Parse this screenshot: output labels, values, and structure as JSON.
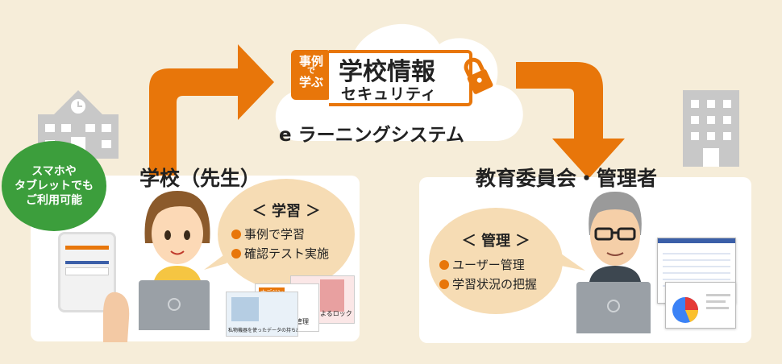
{
  "cloud": {
    "badge_line1": "事例",
    "badge_line2": "で",
    "badge_line3": "学ぶ",
    "logo_title": "学校情報",
    "logo_subtitle": "セキュリティ",
    "system_name": "e ラーニングシステム"
  },
  "school": {
    "title": "学校（先生）",
    "bubble_heading": "＜ 学習 ＞",
    "items": [
      "事例で学習",
      "確認テスト実施"
    ],
    "device_note": [
      "スマホや",
      "タブレットでも",
      "ご利用可能"
    ]
  },
  "board": {
    "title": "教育委員会・管理者",
    "bubble_heading": "＜ 管理 ＞",
    "items": [
      "ユーザー管理",
      "学習状況の把握"
    ]
  },
  "thumbs": {
    "card1": "私物機器を使ったデータの持ち出し",
    "card2": "ードの管理",
    "card3": "よるロック",
    "tag": "ナデジン"
  },
  "colors": {
    "background": "#f6edd9",
    "accent_orange": "#e8760a",
    "bubble": "#f6dcb4",
    "green": "#3c9e3c",
    "building_gray": "#c8c8c8"
  },
  "icons": [
    "school-building-icon",
    "office-building-icon",
    "lock-icon",
    "cloud-icon",
    "arrow-icon"
  ]
}
